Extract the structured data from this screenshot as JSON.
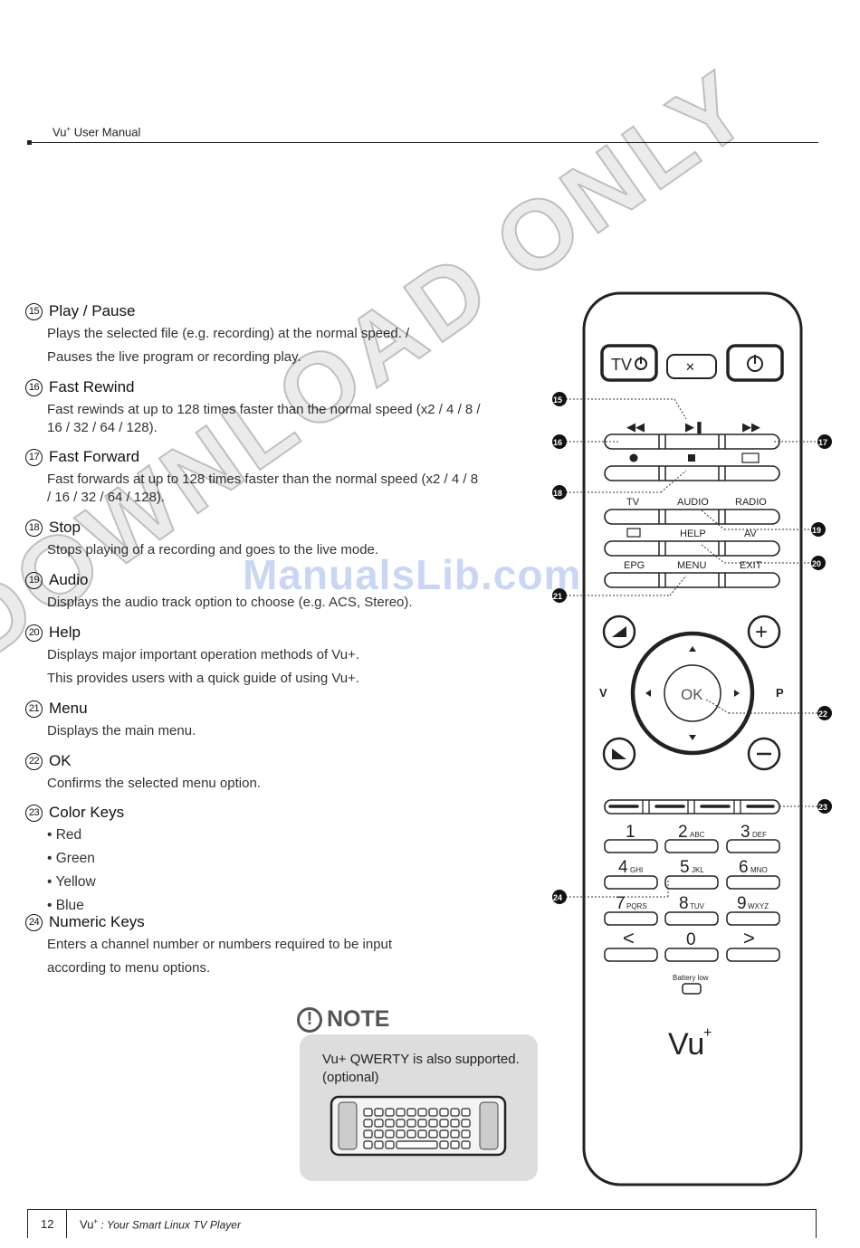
{
  "header": {
    "brand": "Vu",
    "brand_sup": "+",
    "title": " User Manual"
  },
  "sections": [
    {
      "num": "15",
      "title": "Play / Pause",
      "paras": [
        "Plays the selected file (e.g. recording) at the normal speed. /",
        "Pauses the live program or recording play."
      ]
    },
    {
      "num": "16",
      "title": "Fast Rewind",
      "paras": [
        "Fast rewinds at up to 128 times faster than the normal speed (x2 / 4 / 8 / 16 / 32 / 64 / 128)."
      ]
    },
    {
      "num": "17",
      "title": "Fast Forward",
      "paras": [
        "Fast forwards at up to 128 times faster than the normal speed (x2 / 4 / 8 / 16 / 32 / 64 / 128)."
      ]
    },
    {
      "num": "18",
      "title": "Stop",
      "paras": [
        "Stops playing of a recording and goes to the live mode."
      ]
    },
    {
      "num": "19",
      "title": "Audio",
      "paras": [
        "Displays the audio track option to choose (e.g. ACS, Stereo)."
      ]
    },
    {
      "num": "20",
      "title": "Help",
      "paras": [
        "Displays major important operation methods of Vu+.",
        "This provides users with a quick guide of using Vu+."
      ]
    },
    {
      "num": "21",
      "title": "Menu",
      "paras": [
        "Displays the main menu."
      ]
    },
    {
      "num": "22",
      "title": "OK",
      "paras": [
        "Confirms the selected menu option."
      ]
    },
    {
      "num": "23",
      "title": "Color Keys",
      "bullets": [
        "Red",
        "Green",
        "Yellow",
        "Blue"
      ]
    },
    {
      "num": "24",
      "title": "Numeric Keys",
      "paras": [
        "Enters a channel number or numbers required to be input",
        "according to menu options."
      ]
    }
  ],
  "note": {
    "title": "NOTE",
    "line1": "Vu+ QWERTY is also supported.",
    "line2": "(optional)"
  },
  "remote": {
    "tv_power": "TV",
    "labels_row3": [
      "TV",
      "AUDIO",
      "RADIO"
    ],
    "labels_row4": [
      "HELP",
      "AV"
    ],
    "labels_row5": [
      "EPG",
      "MENU",
      "EXIT"
    ],
    "ok": "OK",
    "v": "V",
    "p": "P",
    "num_keys": [
      {
        "d": "1",
        "s": ""
      },
      {
        "d": "2",
        "s": "ABC"
      },
      {
        "d": "3",
        "s": "DEF"
      },
      {
        "d": "4",
        "s": "GHI"
      },
      {
        "d": "5",
        "s": "JKL"
      },
      {
        "d": "6",
        "s": "MNO"
      },
      {
        "d": "7",
        "s": "PQRS"
      },
      {
        "d": "8",
        "s": "TUV"
      },
      {
        "d": "9",
        "s": "WXYZ"
      },
      {
        "d": "<",
        "s": ""
      },
      {
        "d": "0",
        "s": ""
      },
      {
        "d": ">",
        "s": ""
      }
    ],
    "battery": "Battery low",
    "logo": "Vu",
    "logo_sup": "+",
    "callouts": [
      "15",
      "16",
      "17",
      "18",
      "19",
      "20",
      "21",
      "22",
      "23",
      "24"
    ]
  },
  "watermark": "DOWNLOAD ONLY",
  "site_watermark": "ManualsLib.com",
  "footer": {
    "page": "12",
    "brand": "Vu",
    "brand_sup": "+",
    "tagline": " : Your Smart Linux TV Player"
  }
}
